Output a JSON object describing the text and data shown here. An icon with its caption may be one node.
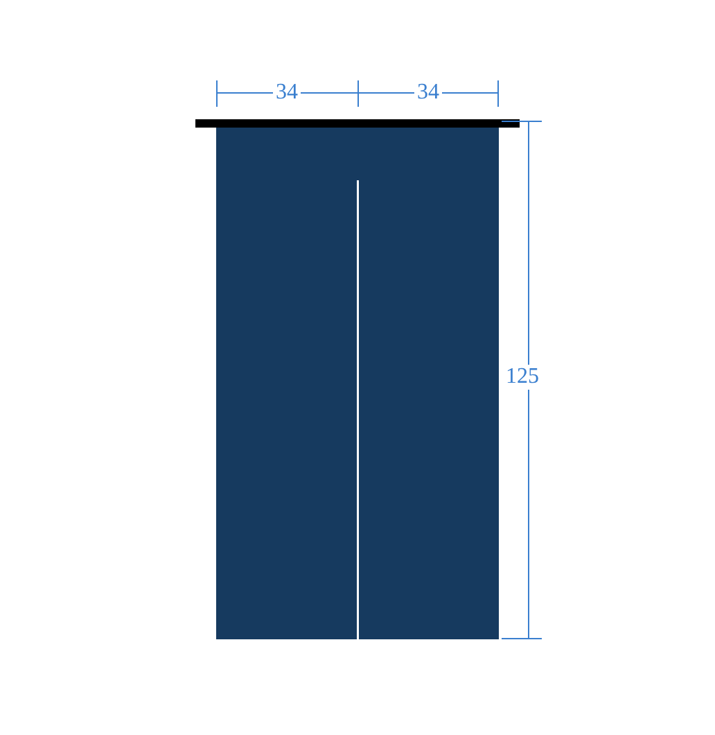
{
  "diagram": {
    "labels": [
      "34",
      "34",
      "125"
    ]
  }
}
